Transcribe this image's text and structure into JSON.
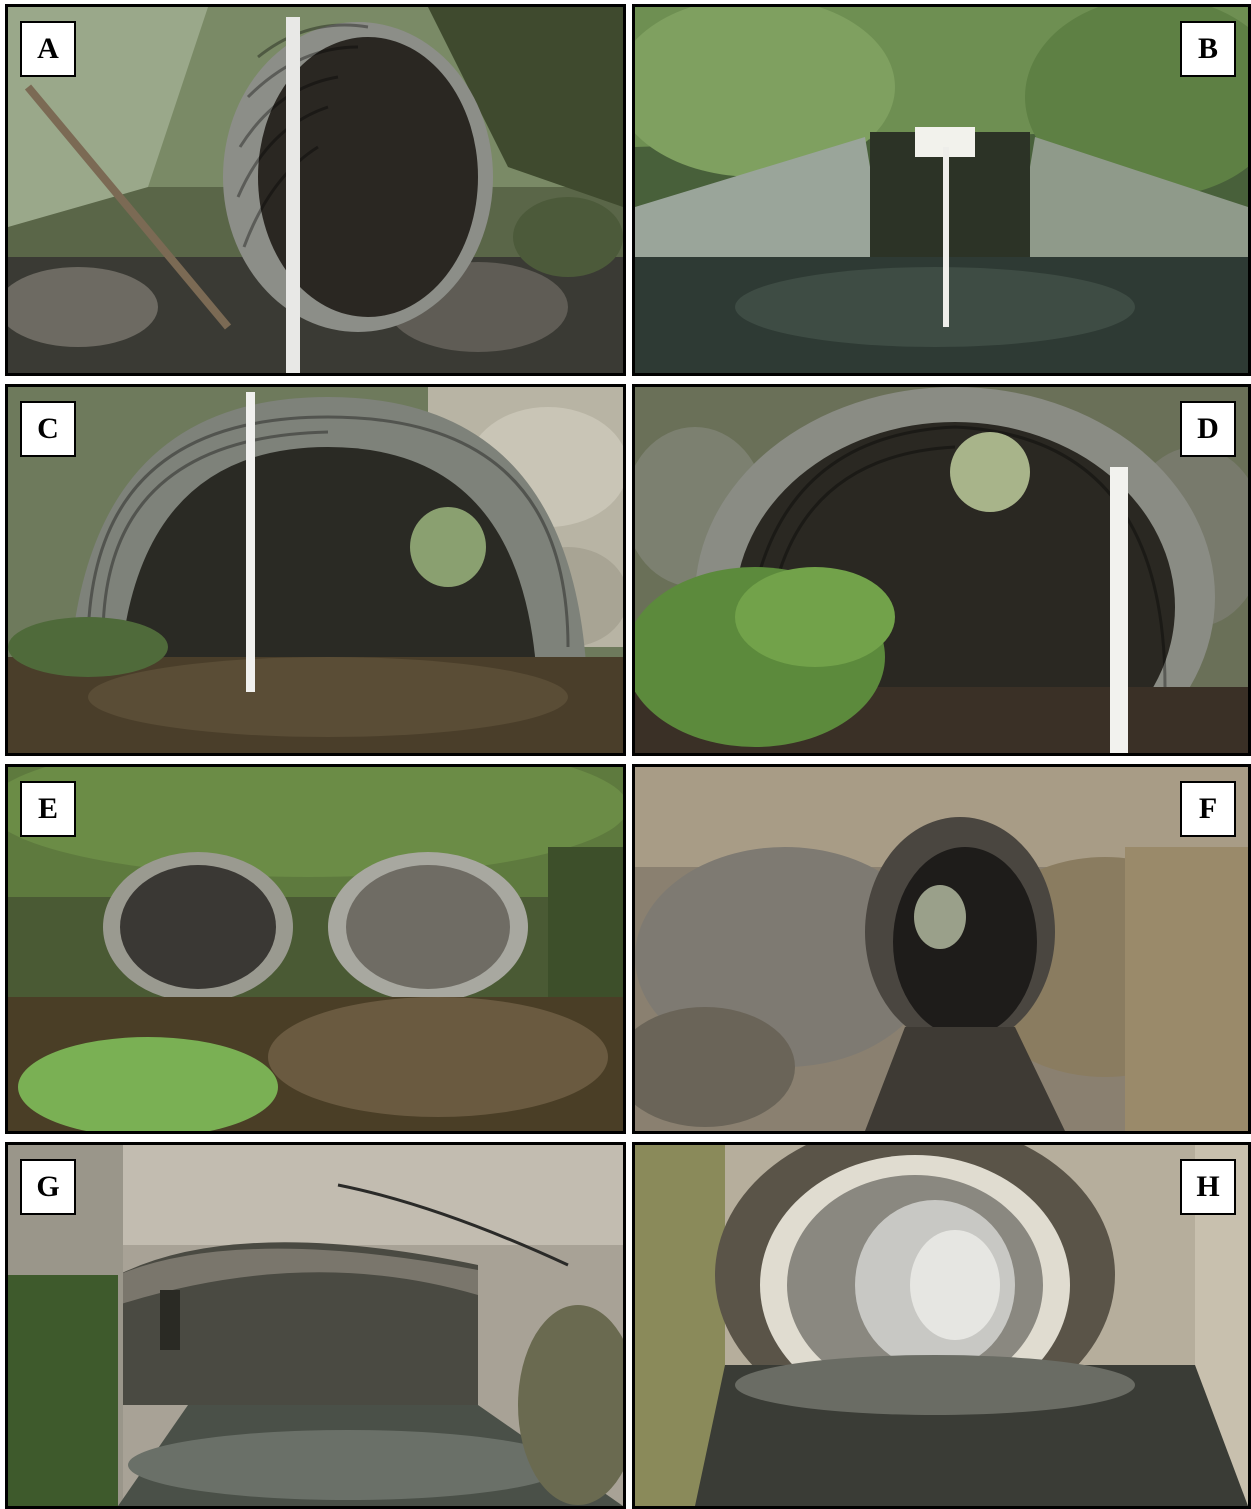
{
  "panels": [
    {
      "id": "A"
    },
    {
      "id": "B"
    },
    {
      "id": "C"
    },
    {
      "id": "D"
    },
    {
      "id": "E"
    },
    {
      "id": "F"
    },
    {
      "id": "G"
    },
    {
      "id": "H"
    }
  ]
}
